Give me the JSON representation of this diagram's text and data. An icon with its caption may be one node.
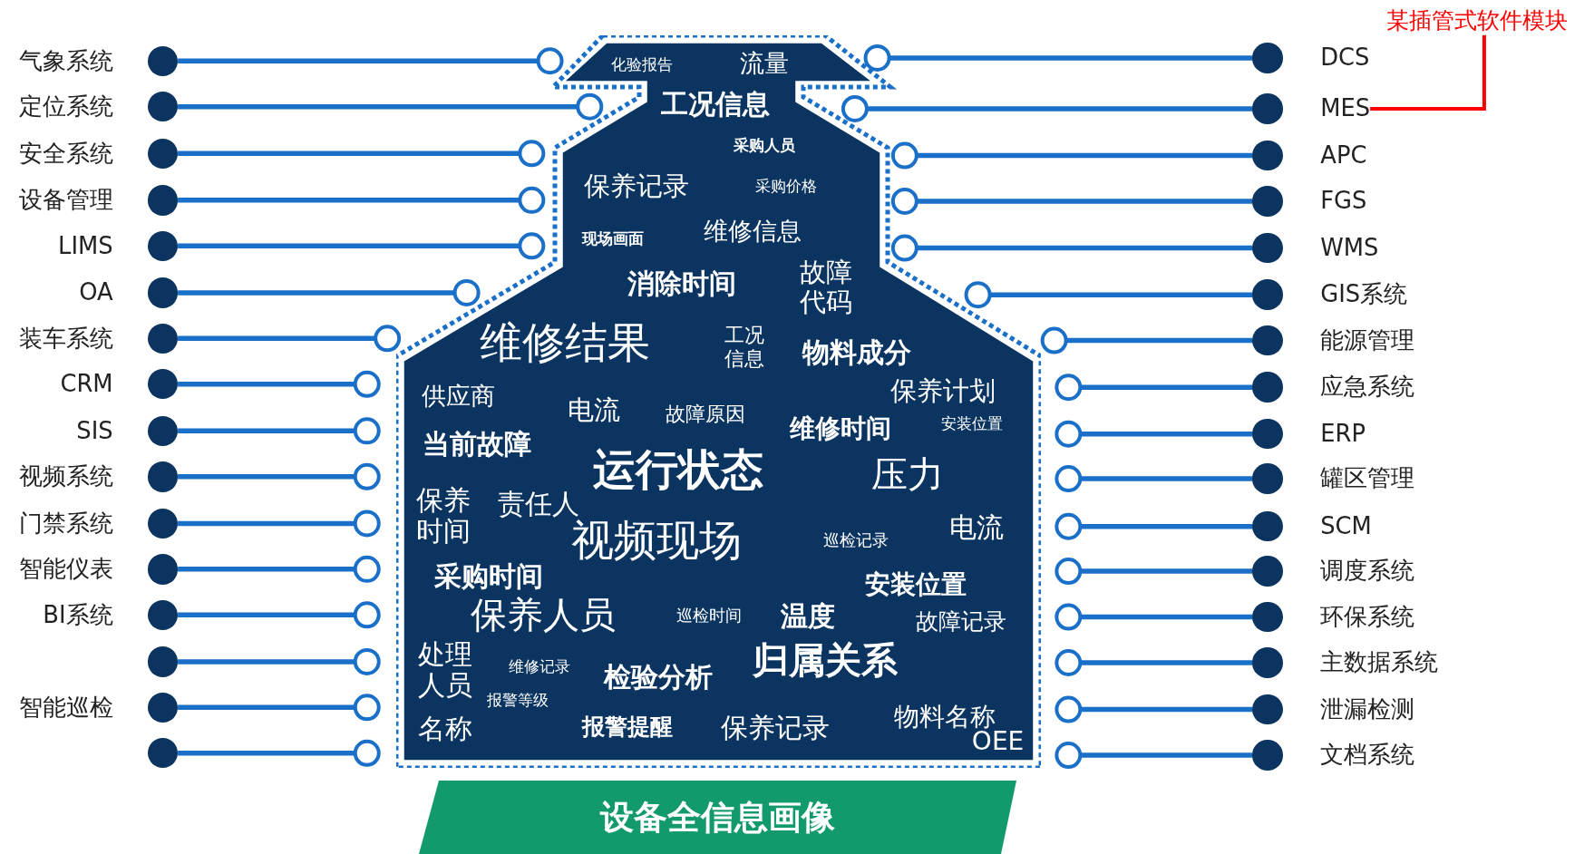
{
  "diagram": {
    "nodes": [
      {
        "text": [],
        "shape": "circle",
        "beside": [
          "气象系统"
        ]
      },
      {
        "text": [],
        "shape": "circle",
        "beside": [
          "定位系统"
        ]
      },
      {
        "text": [],
        "shape": "circle",
        "beside": [
          "安全系统"
        ]
      },
      {
        "text": [],
        "shape": "circle",
        "beside": [
          "设备管理"
        ]
      },
      {
        "text": [],
        "shape": "circle",
        "beside": [
          "LIMS"
        ]
      },
      {
        "text": [],
        "shape": "circle",
        "beside": [
          "OA"
        ]
      },
      {
        "text": [],
        "shape": "circle",
        "beside": [
          "装车系统"
        ]
      },
      {
        "text": [],
        "shape": "circle",
        "beside": [
          "CRM"
        ]
      },
      {
        "text": [],
        "shape": "circle",
        "beside": [
          "SIS"
        ]
      },
      {
        "text": [],
        "shape": "circle",
        "beside": [
          "视频系统"
        ]
      },
      {
        "text": [],
        "shape": "circle",
        "beside": [
          "门禁系统"
        ]
      },
      {
        "text": [],
        "shape": "circle",
        "beside": [
          "智能仪表"
        ]
      },
      {
        "text": [],
        "shape": "circle",
        "beside": [
          "BI系统"
        ]
      },
      {
        "text": [],
        "shape": "circle"
      },
      {
        "text": [],
        "shape": "circle",
        "beside": [
          "智能巡检"
        ]
      },
      {
        "text": [],
        "shape": "circle"
      },
      {
        "text": [
          "化验报告",
          "流量",
          "工况信息",
          "采购人员",
          "保养记录",
          "采购价格",
          "现场画面",
          "维修信息",
          "消除时间",
          "故障代码",
          "维修结果",
          "工况信息",
          "物料成分",
          "供应商",
          "保养计划",
          "电流",
          "故障原因",
          "维修时间",
          "安装位置",
          "当前故障",
          "运行状态",
          "压力",
          "保养时间",
          "责任人",
          "视频现场",
          "巡检记录",
          "电流",
          "采购时间",
          "安装位置",
          "保养人员",
          "巡检时间",
          "温度",
          "故障记录",
          "处理人员",
          "维修记录",
          "检验分析",
          "归属关系",
          "报警等级",
          "名称",
          "报警提醒",
          "保养记录",
          "物料名称",
          "OEE"
        ]
      },
      {
        "text": [],
        "shape": "circle",
        "beside": [
          "DCS"
        ]
      },
      {
        "text": [],
        "shape": "circle",
        "beside": [
          "MES"
        ]
      },
      {
        "text": [],
        "shape": "circle",
        "beside": [
          "APC"
        ]
      },
      {
        "text": [],
        "shape": "circle",
        "beside": [
          "FGS"
        ]
      },
      {
        "text": [],
        "shape": "circle",
        "beside": [
          "WMS"
        ]
      },
      {
        "text": [],
        "shape": "circle",
        "beside": [
          "GIS系统"
        ]
      },
      {
        "text": [],
        "shape": "circle",
        "beside": [
          "能源管理"
        ]
      },
      {
        "text": [],
        "shape": "circle",
        "beside": [
          "应急系统"
        ]
      },
      {
        "text": [],
        "shape": "circle",
        "beside": [
          "ERP"
        ]
      },
      {
        "text": [],
        "shape": "circle",
        "beside": [
          "罐区管理"
        ]
      },
      {
        "text": [],
        "shape": "circle",
        "beside": [
          "SCM"
        ]
      },
      {
        "text": [],
        "shape": "circle",
        "beside": [
          "调度系统"
        ]
      },
      {
        "text": [],
        "shape": "circle",
        "beside": [
          "环保系统"
        ]
      },
      {
        "text": [],
        "shape": "circle",
        "beside": [
          "主数据系统"
        ]
      },
      {
        "text": [],
        "shape": "circle",
        "beside": [
          "泄漏检测"
        ]
      },
      {
        "text": [],
        "shape": "circle",
        "beside": [
          "文档系统"
        ]
      },
      {
        "text": [
          "设备全信息画像"
        ]
      },
      {
        "text": [
          "某插管式软件模块"
        ]
      }
    ],
    "edges": [
      {
        "from": 0,
        "to": 16,
        "arrow": "other"
      },
      {
        "from": 1,
        "to": 16,
        "arrow": "other"
      },
      {
        "from": 2,
        "to": 16,
        "arrow": "other"
      },
      {
        "from": 3,
        "to": 16,
        "arrow": "other"
      },
      {
        "from": 4,
        "to": 16,
        "arrow": "other"
      },
      {
        "from": 5,
        "to": 16,
        "arrow": "other"
      },
      {
        "from": 6,
        "to": 16,
        "arrow": "other"
      },
      {
        "from": 7,
        "to": 16,
        "arrow": "other"
      },
      {
        "from": 8,
        "to": 16,
        "arrow": "other"
      },
      {
        "from": 9,
        "to": 16,
        "arrow": "other"
      },
      {
        "from": 10,
        "to": 16,
        "arrow": "other"
      },
      {
        "from": 11,
        "to": 16,
        "arrow": "other"
      },
      {
        "from": 12,
        "to": 16,
        "arrow": "other"
      },
      {
        "from": 13,
        "to": 16,
        "arrow": "other"
      },
      {
        "from": 14,
        "to": 16,
        "arrow": "other"
      },
      {
        "from": 15,
        "to": 16,
        "arrow": "other"
      },
      {
        "from": 17,
        "to": 16,
        "arrow": "other"
      },
      {
        "from": 18,
        "to": 16,
        "arrow": "other"
      },
      {
        "from": 19,
        "to": 16,
        "arrow": "other"
      },
      {
        "from": 20,
        "to": 16,
        "arrow": "other"
      },
      {
        "from": 21,
        "to": 16,
        "arrow": "other"
      },
      {
        "from": 22,
        "to": 16,
        "arrow": "other"
      },
      {
        "from": 23,
        "to": 16,
        "arrow": "other"
      },
      {
        "from": 24,
        "to": 16,
        "arrow": "other"
      },
      {
        "from": 25,
        "to": 16,
        "arrow": "other"
      },
      {
        "from": 26,
        "to": 16,
        "arrow": "other"
      },
      {
        "from": 27,
        "to": 16,
        "arrow": "other"
      },
      {
        "from": 28,
        "to": 16,
        "arrow": "other"
      },
      {
        "from": 29,
        "to": 16,
        "arrow": "other"
      },
      {
        "from": 30,
        "to": 16,
        "arrow": "other"
      },
      {
        "from": 31,
        "to": 16,
        "arrow": "other"
      },
      {
        "from": 32,
        "to": 16,
        "arrow": "other"
      },
      {
        "from": 34,
        "to": 18,
        "arrow": "none",
        "color": "#ff0000"
      }
    ]
  }
}
